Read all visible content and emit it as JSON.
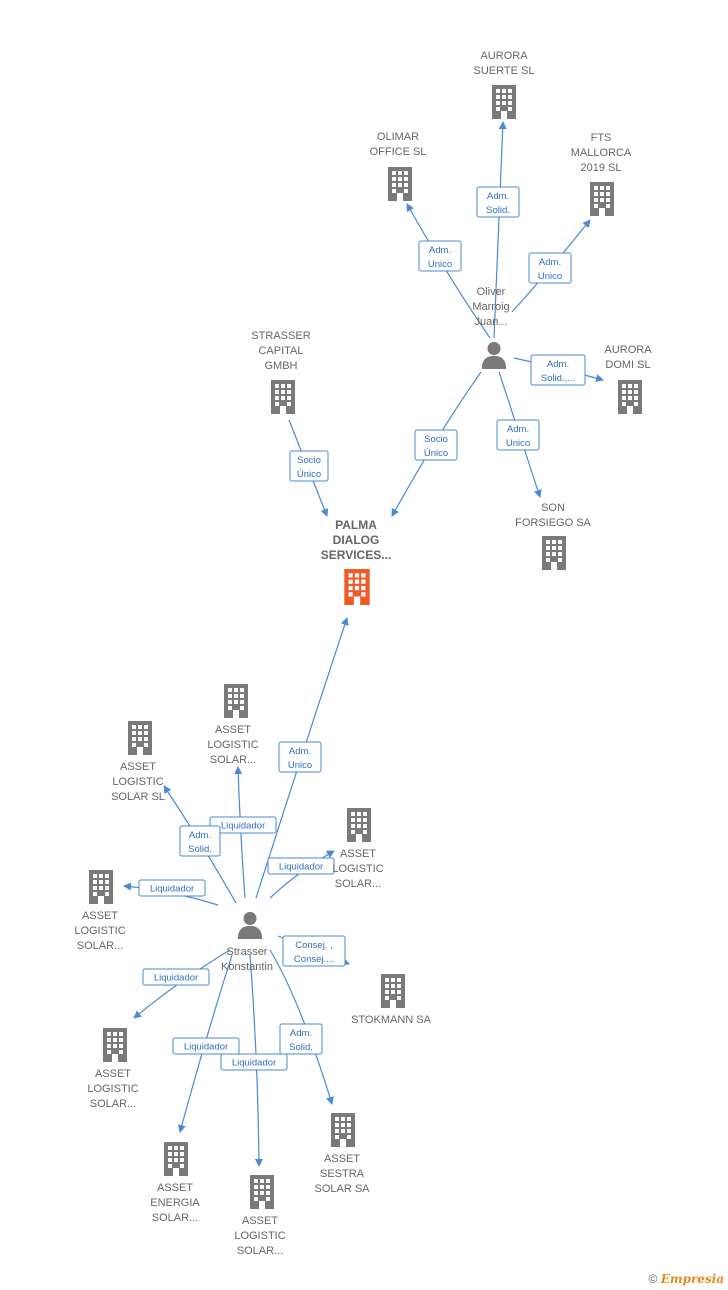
{
  "colors": {
    "node": "#7a7a7a",
    "highlight": "#f05a28",
    "edge": "#4a8ad4"
  },
  "nodes": [
    {
      "id": "aurora_suerte",
      "kind": "company",
      "lines": [
        "AURORA",
        "SUERTE  SL"
      ]
    },
    {
      "id": "olimar",
      "kind": "company",
      "lines": [
        "OLIMAR",
        "OFFICE  SL"
      ]
    },
    {
      "id": "fts",
      "kind": "company",
      "lines": [
        "FTS",
        "MALLORCA",
        "2019  SL"
      ]
    },
    {
      "id": "oliver",
      "kind": "person",
      "lines": [
        "Oliver",
        "Marroig",
        "Juan..."
      ]
    },
    {
      "id": "strasser_capital",
      "kind": "company",
      "lines": [
        "STRASSER",
        "CAPITAL",
        "GMBH"
      ]
    },
    {
      "id": "aurora_domi",
      "kind": "company",
      "lines": [
        "AURORA",
        "DOMI  SL"
      ]
    },
    {
      "id": "palma",
      "kind": "company",
      "highlight": true,
      "lines": [
        "PALMA",
        "DIALOG",
        "SERVICES..."
      ]
    },
    {
      "id": "son_forsiego",
      "kind": "company",
      "lines": [
        "SON",
        "FORSIEGO SA"
      ]
    },
    {
      "id": "als_top",
      "kind": "company",
      "lines": [
        "ASSET",
        "LOGISTIC",
        "SOLAR..."
      ]
    },
    {
      "id": "als_sl",
      "kind": "company",
      "lines": [
        "ASSET",
        "LOGISTIC",
        "SOLAR SL"
      ]
    },
    {
      "id": "als_right",
      "kind": "company",
      "lines": [
        "ASSET",
        "LOGISTIC",
        "SOLAR..."
      ]
    },
    {
      "id": "als_left",
      "kind": "company",
      "lines": [
        "ASSET",
        "LOGISTIC",
        "SOLAR..."
      ]
    },
    {
      "id": "strasser_k",
      "kind": "person",
      "lines": [
        "Strasser",
        "Konstantin"
      ]
    },
    {
      "id": "stokmann",
      "kind": "company",
      "lines": [
        "STOKMANN SA"
      ]
    },
    {
      "id": "als_lowleft",
      "kind": "company",
      "lines": [
        "ASSET",
        "LOGISTIC",
        "SOLAR..."
      ]
    },
    {
      "id": "asset_sestra",
      "kind": "company",
      "lines": [
        "ASSET",
        "SESTRA",
        "SOLAR SA"
      ]
    },
    {
      "id": "asset_energia",
      "kind": "company",
      "lines": [
        "ASSET",
        "ENERGIA",
        "SOLAR..."
      ]
    },
    {
      "id": "als_bottom",
      "kind": "company",
      "lines": [
        "ASSET",
        "LOGISTIC",
        "SOLAR..."
      ]
    }
  ],
  "edges": [
    {
      "from": "oliver",
      "to": "aurora_suerte",
      "label": [
        "Adm.",
        "Solid."
      ]
    },
    {
      "from": "oliver",
      "to": "olimar",
      "label": [
        "Adm.",
        "Unico"
      ]
    },
    {
      "from": "oliver",
      "to": "fts",
      "label": [
        "Adm.",
        "Unico"
      ]
    },
    {
      "from": "oliver",
      "to": "aurora_domi",
      "label": [
        "Adm.",
        "Solid.,..."
      ]
    },
    {
      "from": "oliver",
      "to": "palma",
      "label": [
        "Socio",
        "Único"
      ]
    },
    {
      "from": "oliver",
      "to": "son_forsiego",
      "label": [
        "Adm.",
        "Unico"
      ]
    },
    {
      "from": "strasser_capital",
      "to": "palma",
      "label": [
        "Socio",
        "Único"
      ]
    },
    {
      "from": "strasser_k",
      "to": "palma",
      "label": [
        "Adm.",
        "Unico"
      ]
    },
    {
      "from": "strasser_k",
      "to": "als_top",
      "label": [
        "Liquidador"
      ]
    },
    {
      "from": "strasser_k",
      "to": "als_sl",
      "label": [
        "Adm.",
        "Solid."
      ]
    },
    {
      "from": "strasser_k",
      "to": "als_right",
      "label": [
        "Liquidador"
      ]
    },
    {
      "from": "strasser_k",
      "to": "als_left",
      "label": [
        "Liquidador"
      ]
    },
    {
      "from": "strasser_k",
      "to": "stokmann",
      "label": [
        "Consej. ,",
        "Consej...."
      ]
    },
    {
      "from": "strasser_k",
      "to": "als_lowleft",
      "label": [
        "Liquidador"
      ]
    },
    {
      "from": "strasser_k",
      "to": "asset_sestra",
      "label": [
        "Adm.",
        "Solid."
      ]
    },
    {
      "from": "strasser_k",
      "to": "asset_energia",
      "label": [
        "Liquidador"
      ]
    },
    {
      "from": "strasser_k",
      "to": "als_bottom",
      "label": [
        "Liquidador"
      ]
    }
  ],
  "footer": {
    "copyright": "©",
    "brand": "Empresia"
  }
}
